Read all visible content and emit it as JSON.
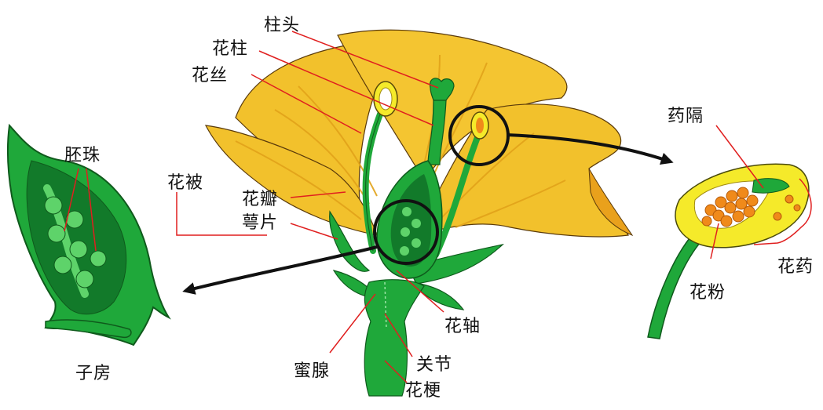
{
  "labels": {
    "stigma": "柱头",
    "style": "花柱",
    "filament": "花丝",
    "ovule": "胚珠",
    "perianth": "花被",
    "petal": "花瓣",
    "sepal": "萼片",
    "ovary": "子房",
    "connective": "药隔",
    "anther": "花药",
    "pollen": "花粉",
    "receptacle": "花轴",
    "nectary": "蜜腺",
    "joint": "关节",
    "pedicel": "花梗"
  },
  "colors": {
    "petal_yellow": "#f2c12c",
    "petal_shade": "#e2a31a",
    "green": "#1fa83a",
    "green_dark": "#0f7a27",
    "green_light": "#5ed36a",
    "leader_red": "#e01f1f",
    "pollen_orange": "#f08a1a",
    "anther_yellow": "#f5ea2a",
    "ink": "#111111"
  }
}
